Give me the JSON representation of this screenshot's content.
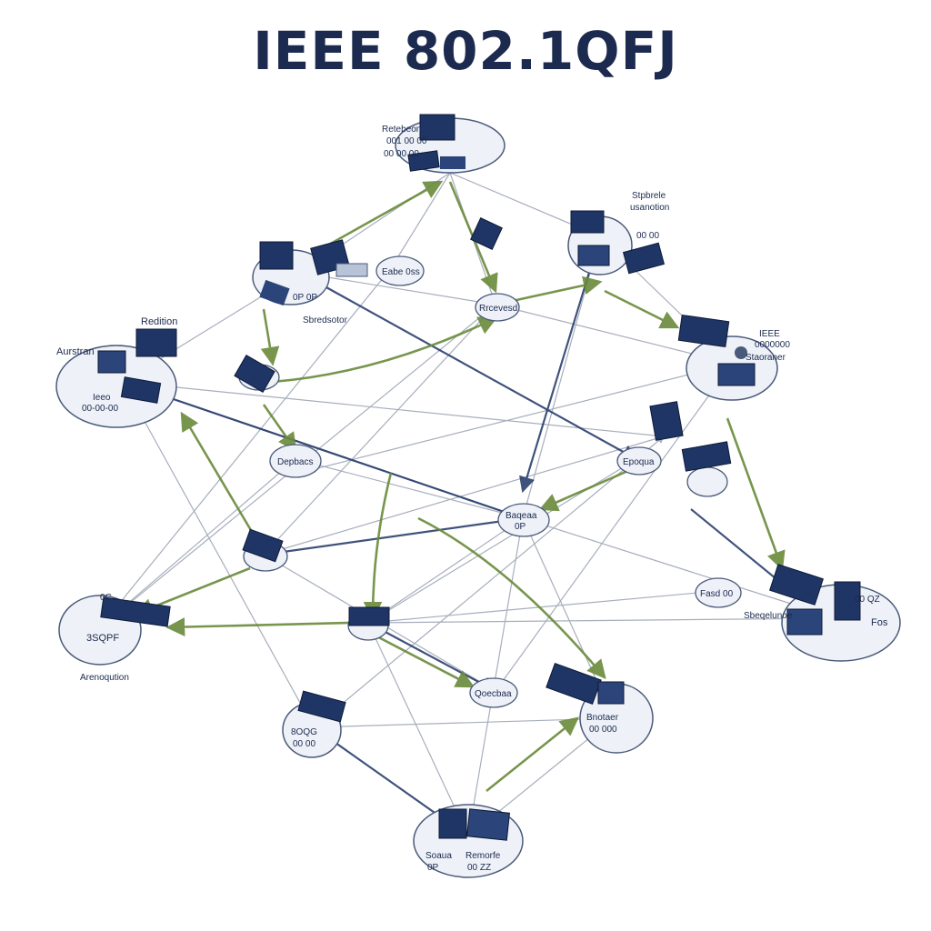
{
  "title": "IEEE 802.1QFJ",
  "colors": {
    "navy": "#1f3566",
    "green": "#6a8a3a",
    "gray": "#8a93a6",
    "disk": "#eef1f7",
    "ink": "#1b2a4e"
  },
  "labels": {
    "top_a": "Retebeon",
    "top_b": "001 00 00",
    "top_c": "00 00 00",
    "ur_a": "Stpbrele",
    "ur_b": "usanotion",
    "ur_c": "00 00",
    "left_a": "Aurstran",
    "left_b": "Redition",
    "left_c": "Ieeo",
    "left_d": "00-00-00",
    "ul_a": "Sbredsotor",
    "ul_b": "0P 0P",
    "hub_top": "Eabe 0ss",
    "hub_mid": "Rrcevesd",
    "hub_left": "Depbacs",
    "hub_center": "Baqeaa",
    "hub_center2": "0P",
    "hub_right": "Epoqua",
    "right_a": "IEEE",
    "right_b": "0000000",
    "right_c": "Staoraner",
    "lr_a": "Sbeqelunoe",
    "lr_b": "Fos",
    "lr_c": "00 QZ",
    "ll_a": "0C",
    "ll_b": "3SQPF",
    "ll_c": "Arenoqution",
    "rsmall": "Fasd 00",
    "bl_a": "8OQG",
    "bl_b": "00 00",
    "bm": "Qoecbaa",
    "br_a": "Bnotaer",
    "br_b": "00 000",
    "bottom_a": "Soaua",
    "bottom_b": "Remorfe",
    "bottom_c": "0P",
    "bottom_d": "00 ZZ"
  }
}
